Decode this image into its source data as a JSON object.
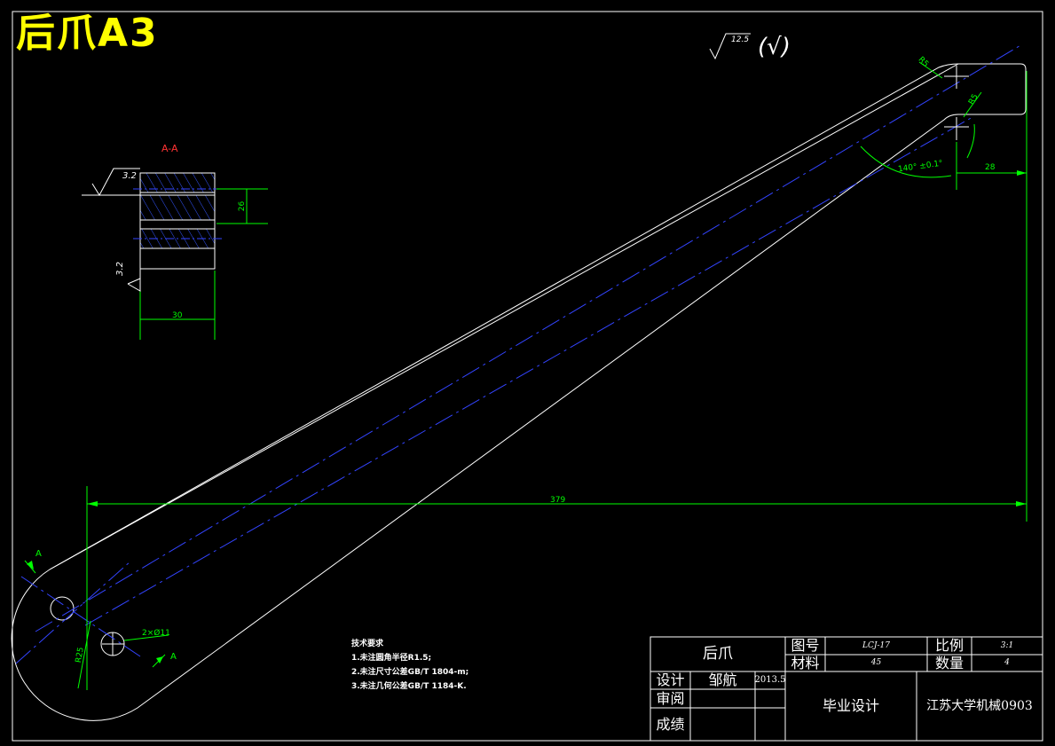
{
  "title": "后爪A3",
  "section_label": "A-A",
  "surface_finish": {
    "main": "12.5",
    "paren": "(√)",
    "section_top": "3.2",
    "section_left": "3.2"
  },
  "dimensions": {
    "overall_length": "379",
    "section_width": "30",
    "section_height": "26",
    "right_offset": "28",
    "angle": "140° ±0.1°",
    "radius_top": "R5",
    "radius_lower": "R5",
    "hole": "2×Ø11",
    "radius_bottom": "R25",
    "view_a_top": "A",
    "view_a_bottom": "A"
  },
  "tech_requirements": {
    "heading": "技术要求",
    "items": [
      "1.未注圆角半径R1.5;",
      "2.未注尺寸公差GB/T 1804-m;",
      "3.未注几何公差GB/T 1184-K."
    ]
  },
  "title_block": {
    "part_name": "后爪",
    "drawing_no_label": "图号",
    "drawing_no": "LCJ-17",
    "scale_label": "比例",
    "scale": "3:1",
    "material_label": "材料",
    "material": "45",
    "quantity_label": "数量",
    "quantity": "4",
    "design_label": "设计",
    "designer": "邹航",
    "date": "2013.5",
    "review_label": "审阅",
    "grade_label": "成绩",
    "project": "毕业设计",
    "school": "江苏大学机械0903"
  },
  "colors": {
    "outline": "#ffffff",
    "dimension": "#00ff00",
    "centerline": "#3333ff",
    "title": "#ffff00",
    "section_label": "#ff0000",
    "frame": "#ffffff"
  }
}
